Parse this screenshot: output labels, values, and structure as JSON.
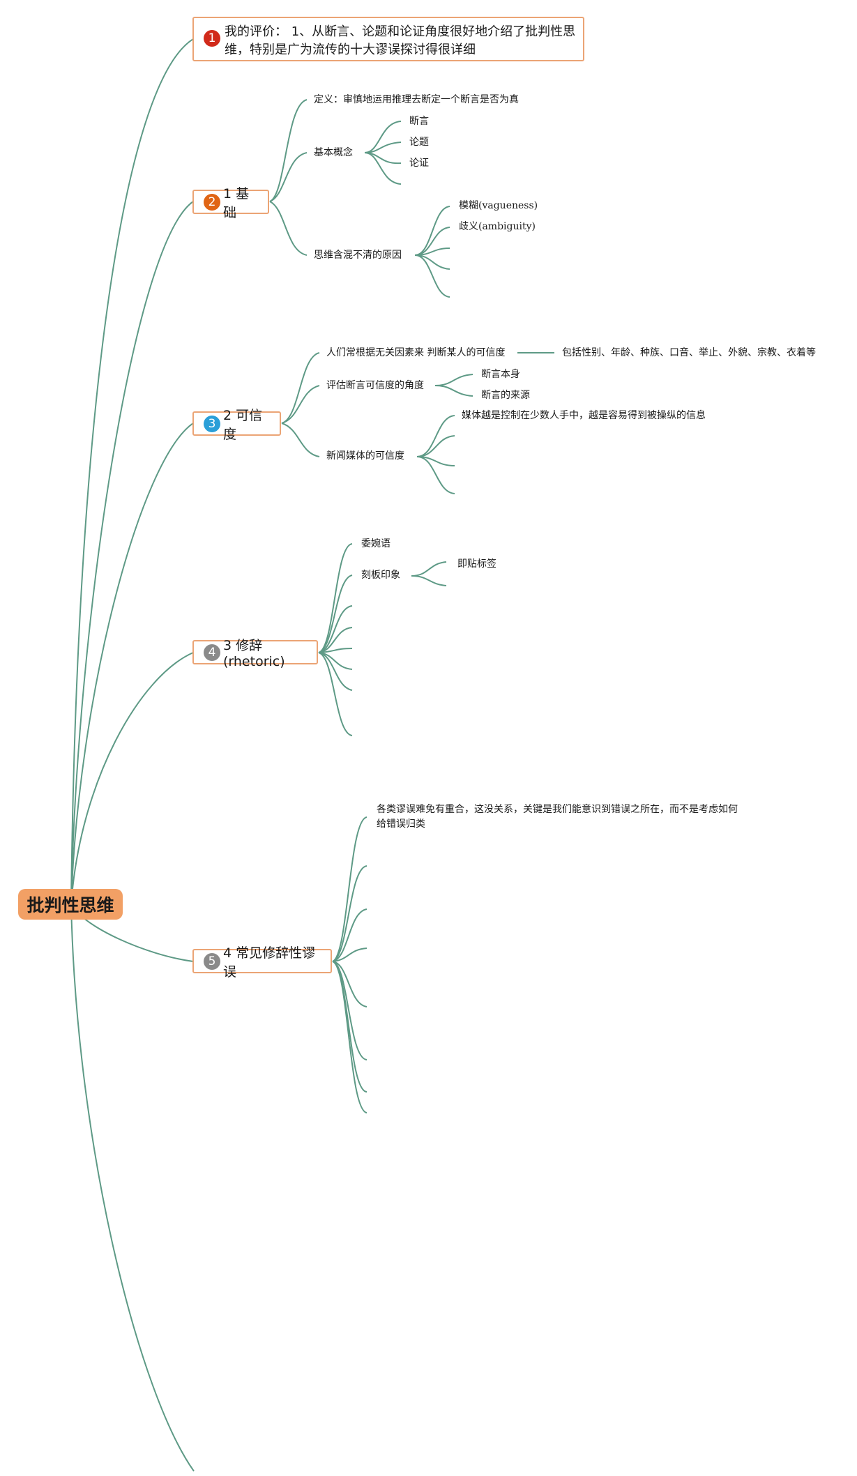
{
  "mindmap": {
    "root": "批判性思维",
    "topics": [
      {
        "badge": "1",
        "badge_color": "#d12a1a",
        "text": "我的评价： 1、从断言、论题和论证角度很好地介绍了批判性思维，特别是广为流传的十大谬误探讨得很详细"
      },
      {
        "badge": "2",
        "badge_color": "#e06515",
        "text": "1 基础"
      },
      {
        "badge": "3",
        "badge_color": "#2a9fd8",
        "text": "2 可信度"
      },
      {
        "badge": "4",
        "badge_color": "#8a8a8a",
        "text": "3 修辞(rhetoric)"
      },
      {
        "badge": "5",
        "badge_color": "#8a8a8a",
        "text": "4 常见修辞性谬误"
      }
    ],
    "basics": {
      "definition": "定义：审慎地运用推理去断定一个断言是否为真",
      "concepts": "基本概念",
      "concept_items": [
        "断言",
        "论题",
        "论证"
      ],
      "unclear": "思维含混不清的原因",
      "unclear_items": [
        "模糊(vagueness)",
        "歧义(ambiguity)"
      ]
    },
    "credibility": {
      "irrelevant": "人们常根据无关因素来 判断某人的可信度",
      "irrelevant_detail": "包括性别、年龄、种族、口音、举止、外貌、宗教、衣着等",
      "evaluate": "评估断言可信度的角度",
      "evaluate_items": [
        "断言本身",
        "断言的来源"
      ],
      "news": "新闻媒体的可信度",
      "news_items": [
        "媒体越是控制在少数人手中，越是容易得到被操纵的信息"
      ]
    },
    "rhetoric": {
      "euphemism": "委婉语",
      "stereotype": "刻板印象",
      "stereotype_items": [
        "即贴标签"
      ]
    },
    "fallacies": {
      "note": "各类谬误难免有重合，这没关系，关键是我们能意识到错误之所在，而不是考虑如何给错误归类"
    },
    "colors": {
      "line": "#5e9a86",
      "root_fill": "#f2a065",
      "topic_border": "#eba475"
    }
  }
}
